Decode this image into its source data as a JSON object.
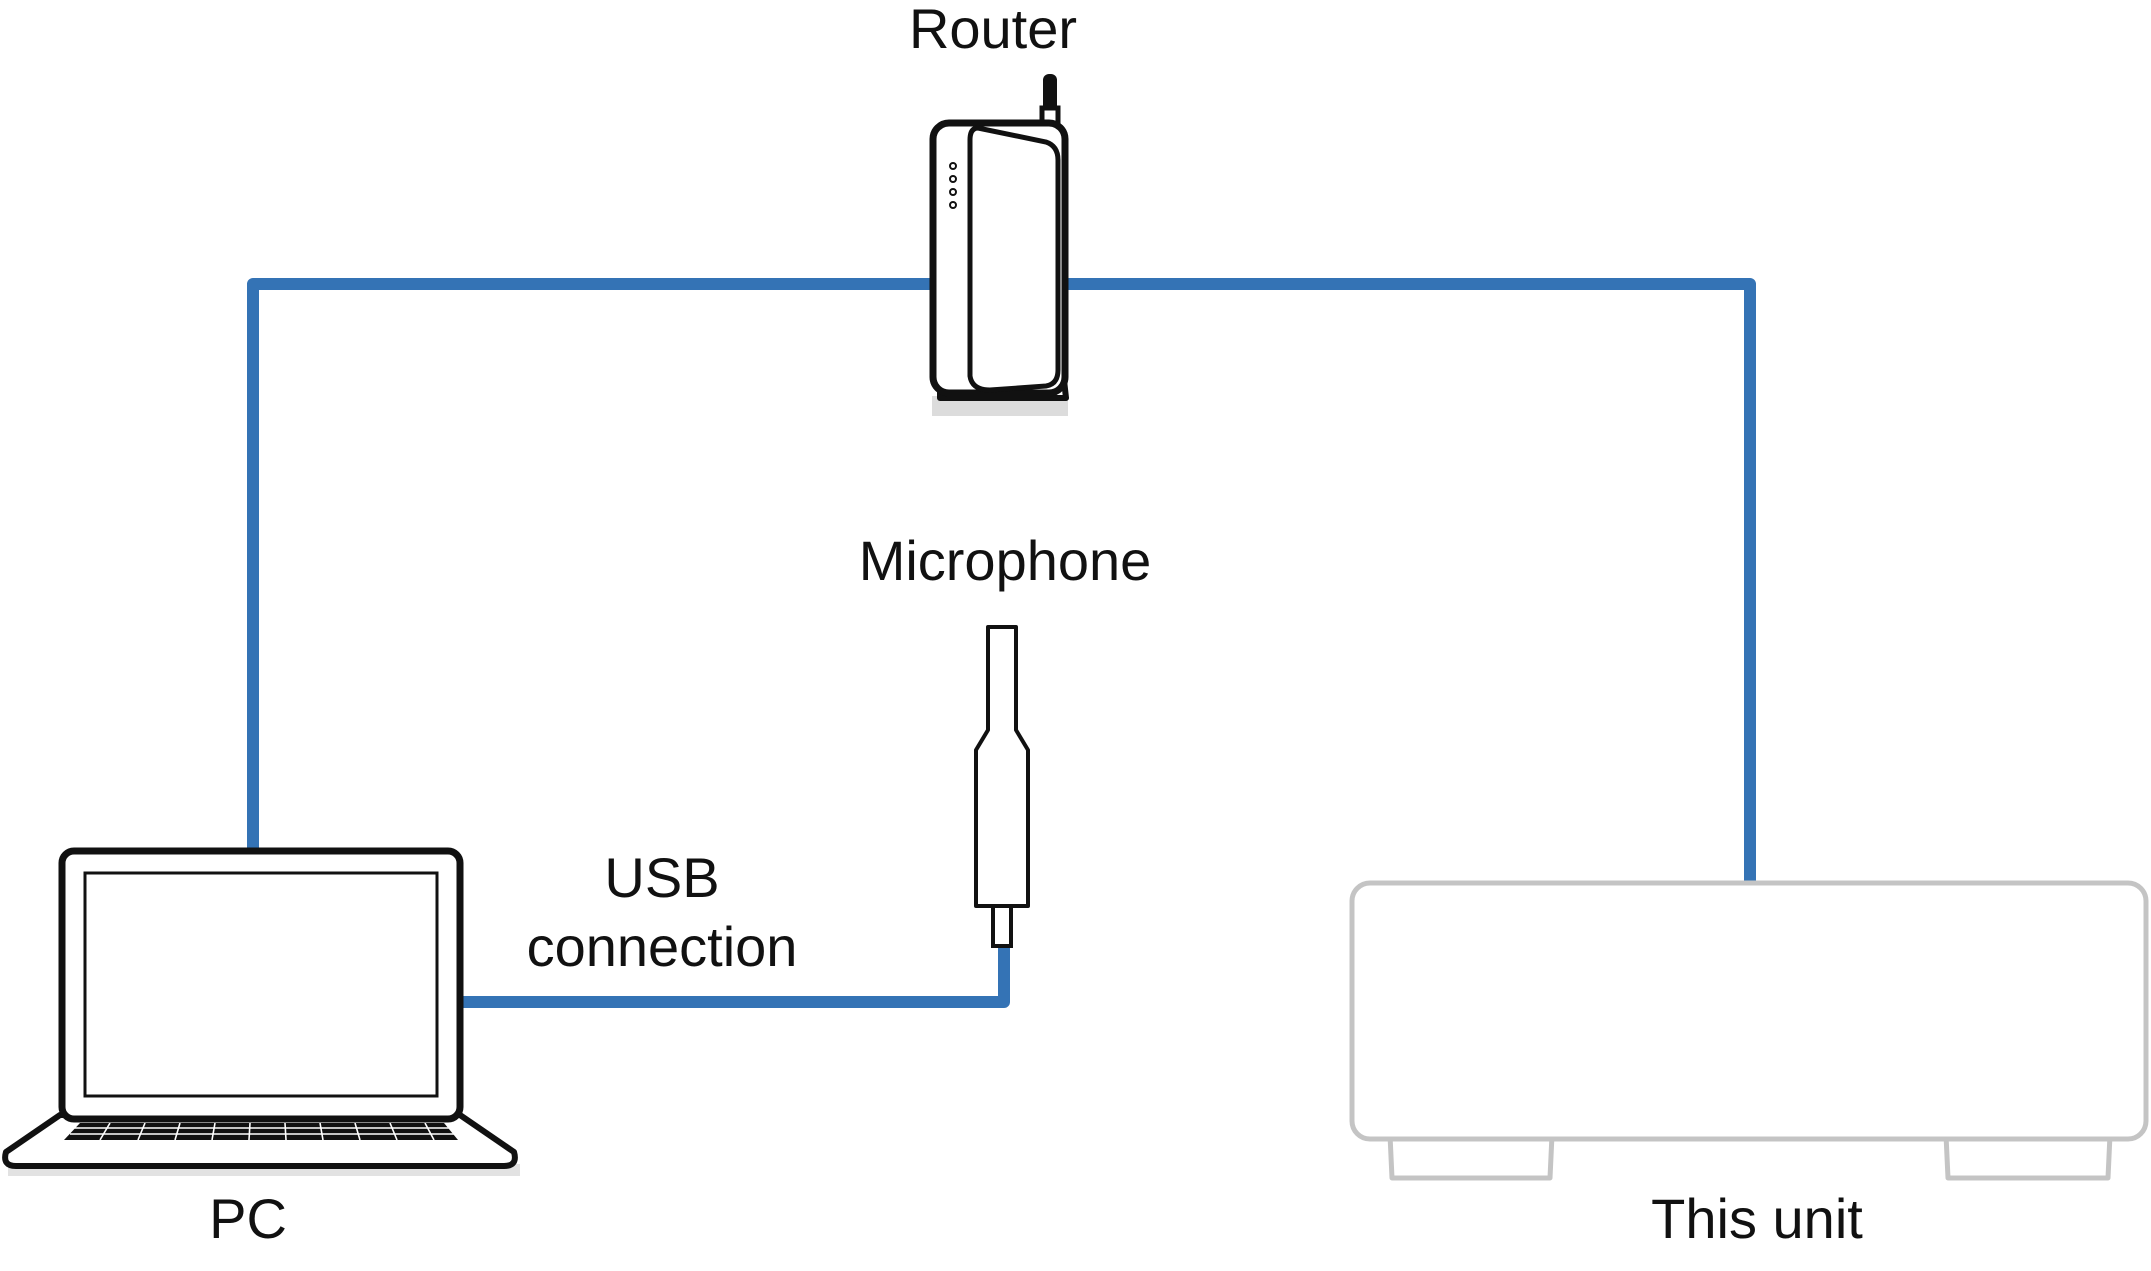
{
  "labels": {
    "router": "Router",
    "microphone": "Microphone",
    "usb_line1": "USB",
    "usb_line2": "connection",
    "pc": "PC",
    "this_unit": "This unit"
  },
  "colors": {
    "network_cable": "#3473b5",
    "device_outline": "#111111",
    "unit_outline": "#c4c4c4",
    "background": "#ffffff"
  },
  "icons": {
    "router": "router-icon",
    "microphone": "microphone-icon",
    "pc": "laptop-icon",
    "this_unit": "unit-icon"
  }
}
